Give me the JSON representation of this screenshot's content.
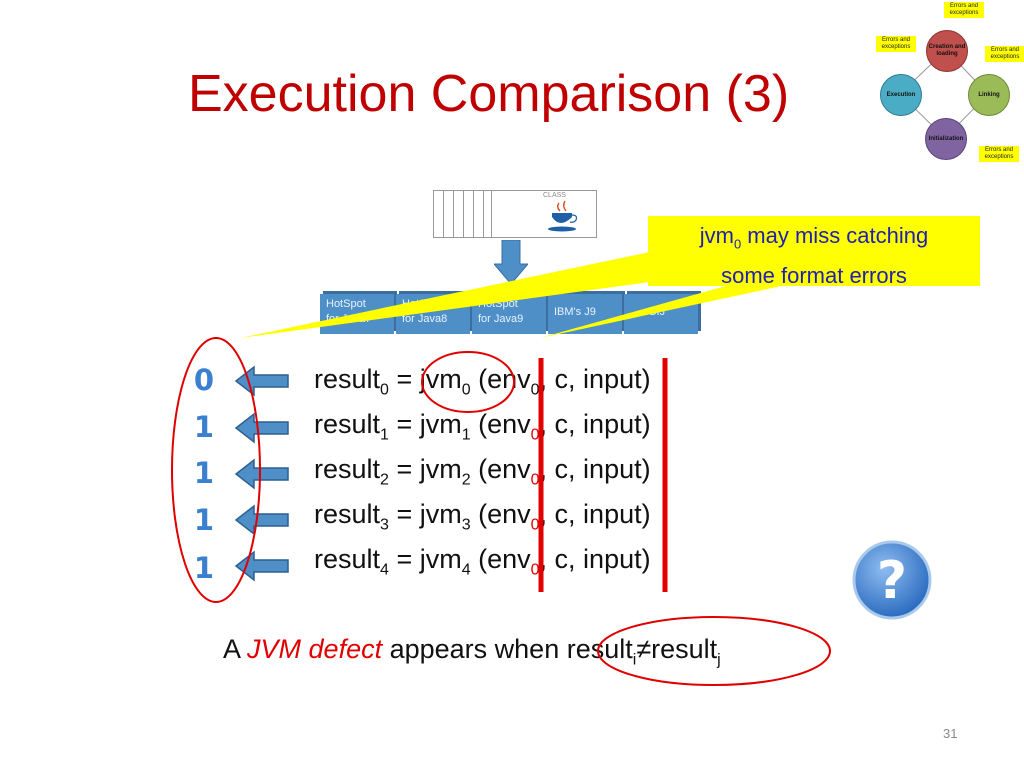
{
  "title": "Execution Comparison (3)",
  "lifecycle": {
    "steps": [
      "Creation and loading",
      "Linking",
      "Initialization",
      "Execution"
    ],
    "error_labels": [
      "Errors and exceptions",
      "Errors and exceptions",
      "Errors and exceptions",
      "Errors and exceptions"
    ]
  },
  "class_label": "CLASS",
  "jvms": [
    {
      "line1": "HotSpot",
      "line2": "for Java7"
    },
    {
      "line1": "HotSpot",
      "line2": "for Java8"
    },
    {
      "line1": "HotSpot",
      "line2": "for Java9"
    },
    {
      "line1": "IBM's J9",
      "line2": ""
    },
    {
      "line1": "GIJ",
      "line2": ""
    }
  ],
  "callout": {
    "prefix": "jvm",
    "sub": "0",
    "line1_rest": " may miss catching",
    "line2": "some format errors"
  },
  "results": [
    {
      "digit": "0",
      "i": "0",
      "env_sub": "0",
      "env_red": false
    },
    {
      "digit": "1",
      "i": "1",
      "env_sub": "0",
      "env_red": true
    },
    {
      "digit": "1",
      "i": "2",
      "env_sub": "0",
      "env_red": true
    },
    {
      "digit": "1",
      "i": "3",
      "env_sub": "0",
      "env_red": true
    },
    {
      "digit": "1",
      "i": "4",
      "env_sub": "0",
      "env_red": true
    }
  ],
  "result_text": {
    "result": "result",
    "eq_jvm": " = jvm",
    "env_open": " (env",
    "tail": ", c, input)"
  },
  "bottom": {
    "prefix": "A ",
    "emphasis": "JVM defect",
    "middle": " appears when result",
    "sub_i": "i",
    "neq": "≠result",
    "sub_j": "j"
  },
  "page_number": "31",
  "colors": {
    "title": "#c00000",
    "callout_bg": "#ffff00",
    "callout_text": "#1f1fb4",
    "annotation_red": "#e00000",
    "arrow_blue": "#3a7fd0",
    "jvm_box": "#4f8fc8"
  },
  "icons": [
    "left-arrow-icon",
    "help-question-icon"
  ]
}
